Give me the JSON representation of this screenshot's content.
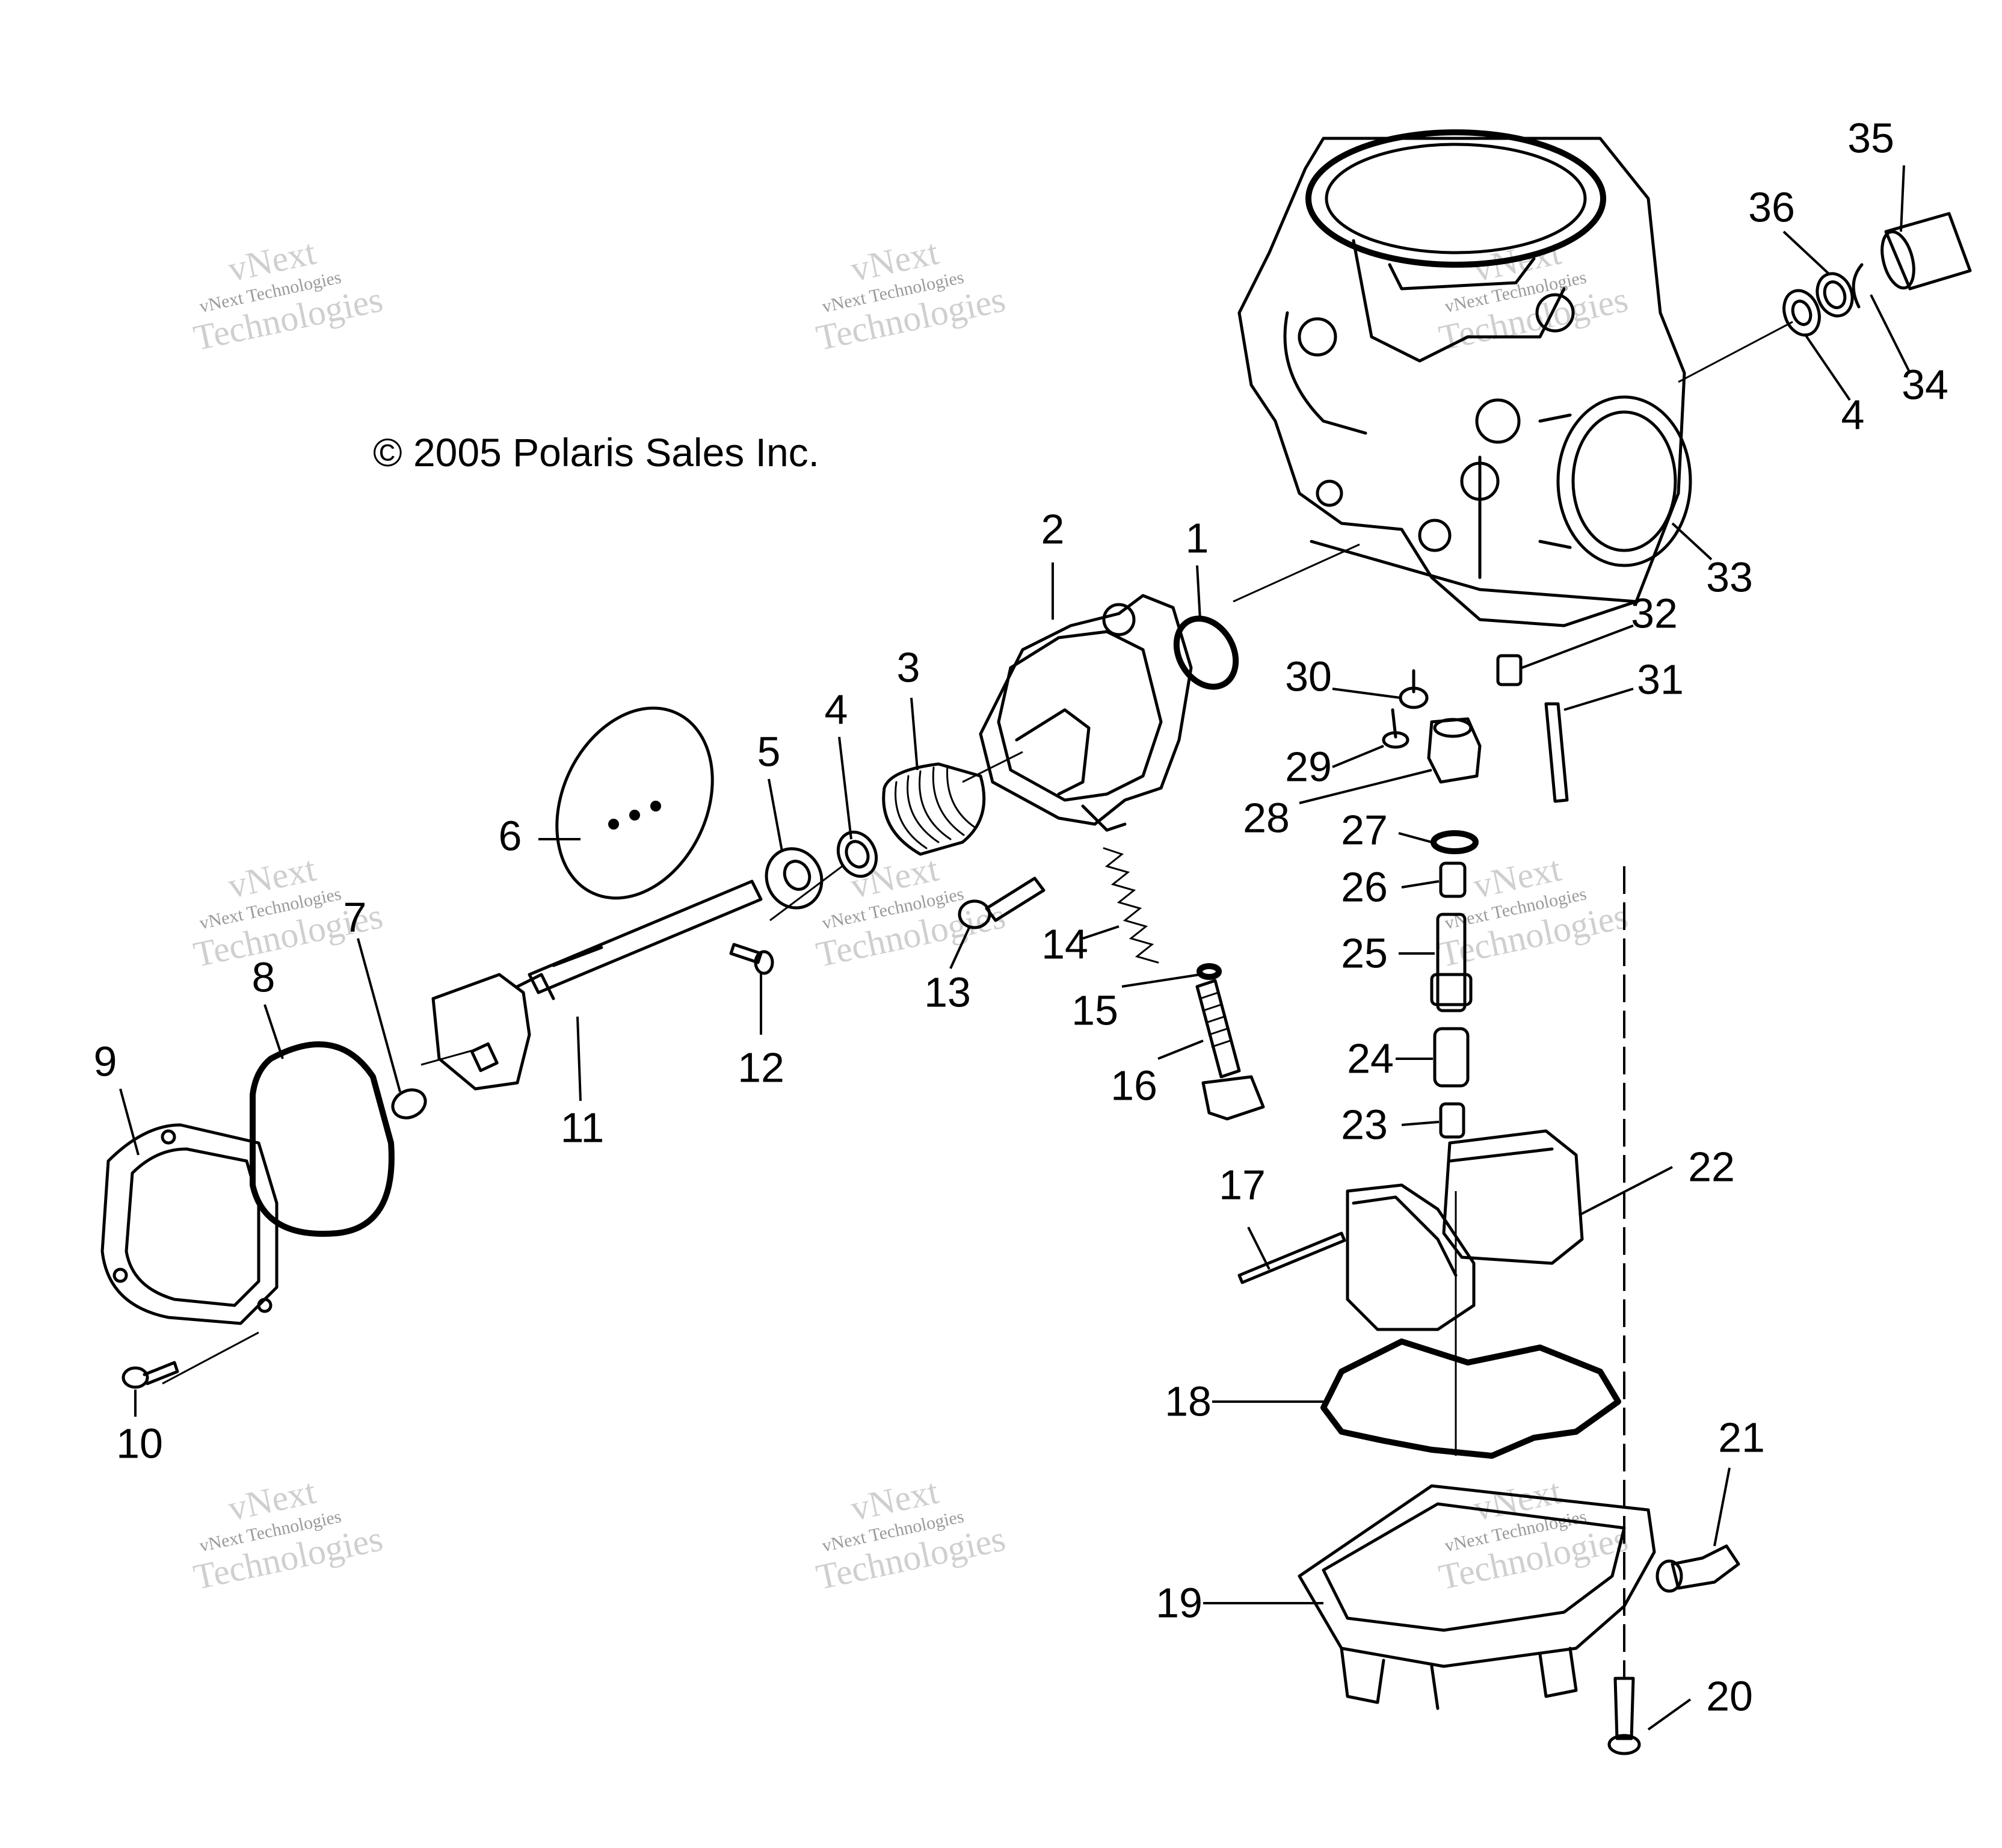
{
  "diagram": {
    "copyright": "© 2005 Polaris Sales Inc.",
    "watermark": {
      "line1": "vNext",
      "line2": "vNext Technologies",
      "line3": "Technologies"
    },
    "callouts": [
      "1",
      "2",
      "3",
      "4",
      "5",
      "6",
      "7",
      "8",
      "9",
      "10",
      "11",
      "12",
      "13",
      "14",
      "15",
      "16",
      "17",
      "18",
      "19",
      "20",
      "21",
      "22",
      "23",
      "24",
      "25",
      "26",
      "27",
      "28",
      "29",
      "30",
      "31",
      "32",
      "33",
      "34",
      "35",
      "36",
      "4"
    ]
  }
}
